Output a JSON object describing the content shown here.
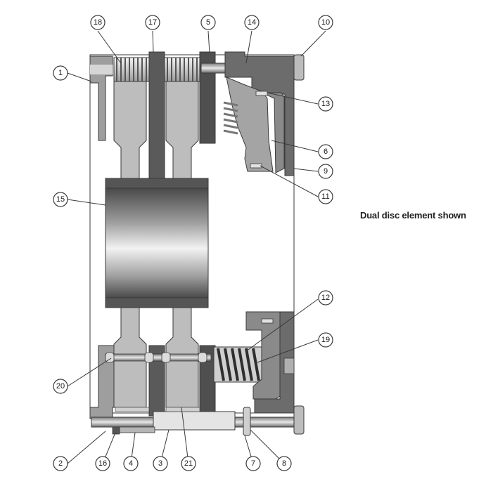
{
  "caption": "Dual disc element shown",
  "callouts": {
    "c1": "1",
    "c2": "2",
    "c3": "3",
    "c4": "4",
    "c5": "5",
    "c6": "6",
    "c7": "7",
    "c8": "8",
    "c9": "9",
    "c10": "10",
    "c11": "11",
    "c12": "12",
    "c13": "13",
    "c14": "14",
    "c15": "15",
    "c16": "16",
    "c17": "17",
    "c18": "18",
    "c19": "19",
    "c20": "20",
    "c21": "21"
  },
  "colors": {
    "dark_grey": "#555555",
    "light_grey": "#b9b9b9",
    "mid_grey": "#8e8e8e",
    "outline": "#3a3a3a"
  }
}
